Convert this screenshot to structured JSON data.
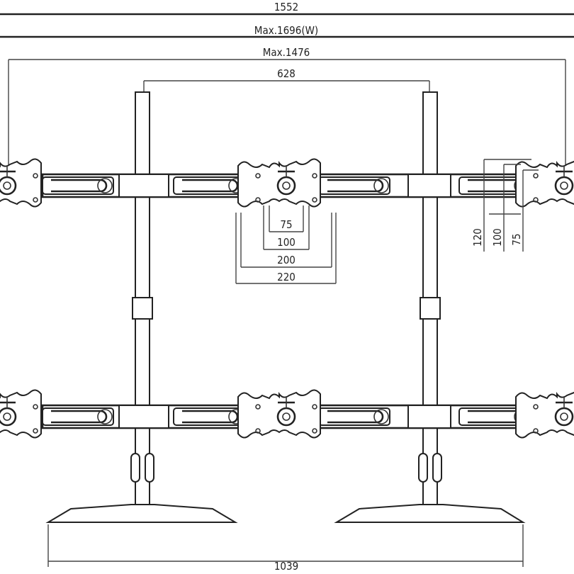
{
  "dimensions": {
    "total_width": "1552",
    "max_width": "Max.1696(W)",
    "max_span": "Max.1476",
    "pole_spacing": "628",
    "vesa_75": "75",
    "vesa_100": "100",
    "vesa_200": "200",
    "vesa_220": "220",
    "vert_120": "120",
    "vert_100": "100",
    "vert_75": "75",
    "base_span": "1039"
  },
  "colors": {
    "line": "#222222",
    "background": "#ffffff"
  }
}
